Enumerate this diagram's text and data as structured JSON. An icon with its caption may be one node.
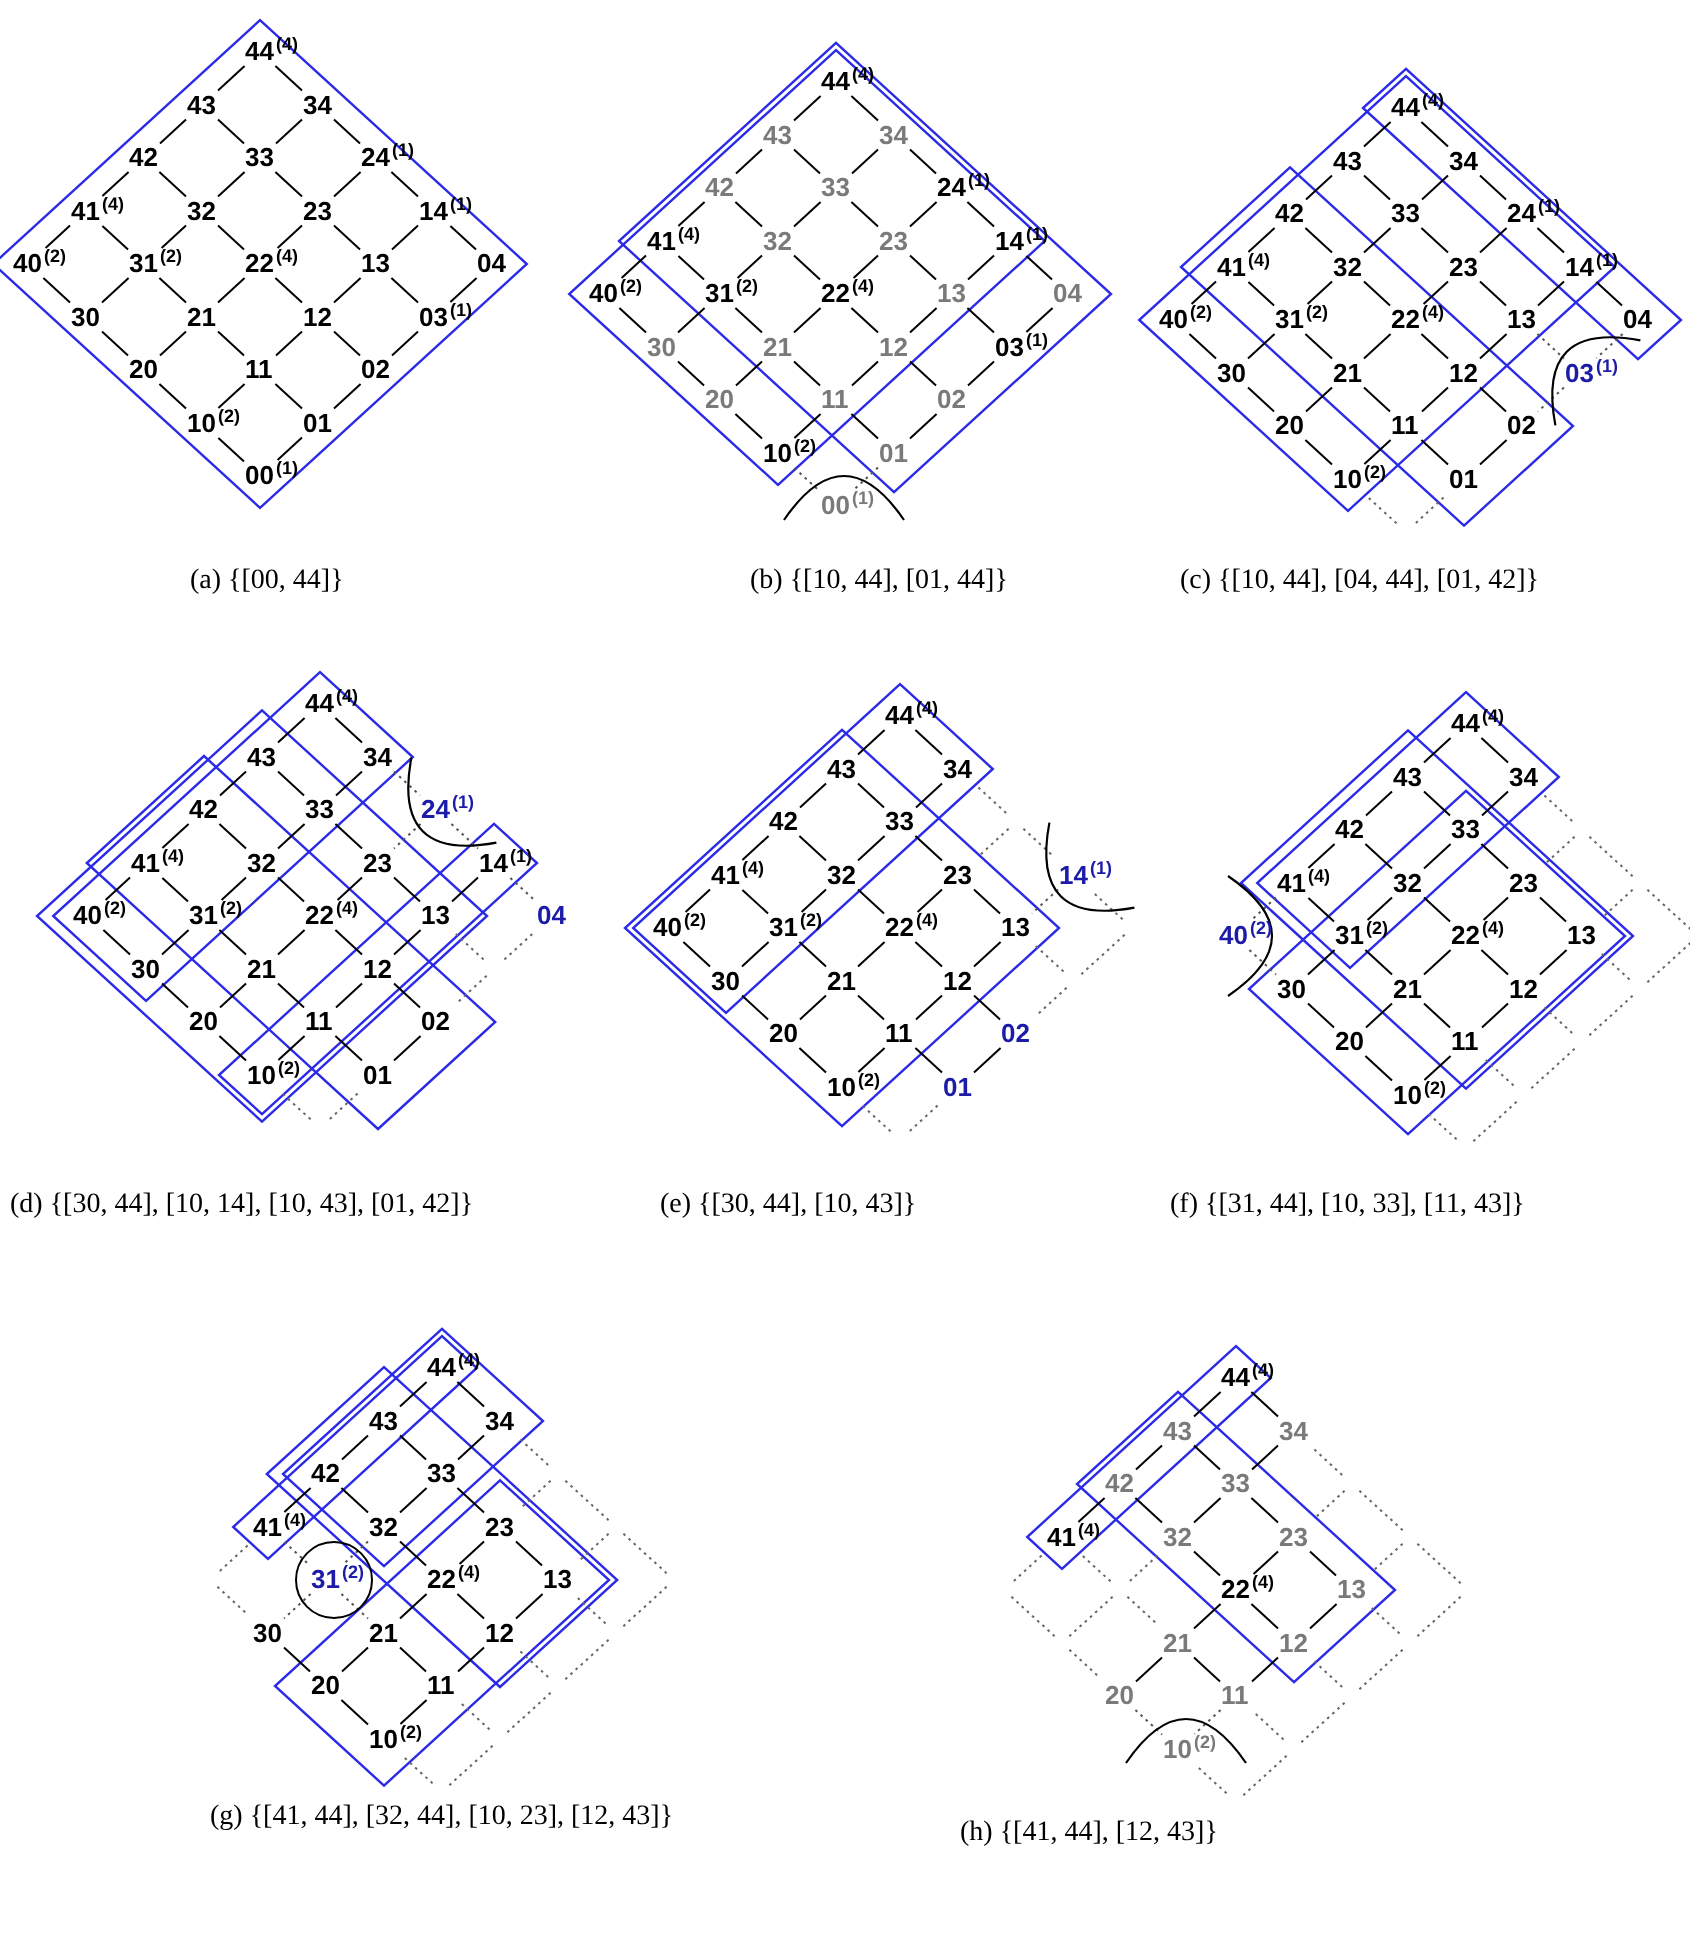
{
  "diagram": {
    "nodes": [
      {
        "text": [
          "44$^{(4)}$"
        ]
      },
      {
        "text": [
          "43"
        ]
      },
      {
        "text": [
          "34"
        ]
      },
      {
        "text": [
          "42"
        ]
      },
      {
        "text": [
          "33"
        ]
      },
      {
        "text": [
          "24$^{(1)}$"
        ]
      },
      {
        "text": [
          "41$^{(4)}$"
        ]
      },
      {
        "text": [
          "32"
        ]
      },
      {
        "text": [
          "23"
        ]
      },
      {
        "text": [
          "14$^{(1)}$"
        ]
      },
      {
        "text": [
          "40$^{(2)}$"
        ]
      },
      {
        "text": [
          "31$^{(2)}$"
        ]
      },
      {
        "text": [
          "22$^{(4)}$"
        ]
      },
      {
        "text": [
          "13"
        ]
      },
      {
        "text": [
          "04"
        ]
      },
      {
        "text": [
          "30"
        ]
      },
      {
        "text": [
          "21"
        ]
      },
      {
        "text": [
          "12"
        ]
      },
      {
        "text": [
          "03$^{(1)}$"
        ]
      },
      {
        "text": [
          "20"
        ]
      },
      {
        "text": [
          "11"
        ]
      },
      {
        "text": [
          "02"
        ]
      },
      {
        "text": [
          "10$^{(2)}$"
        ]
      },
      {
        "text": [
          "01"
        ]
      },
      {
        "text": [
          "00$^{(1)}$"
        ]
      },
      {
        "text": [
          "44$^{(4)}$"
        ]
      },
      {
        "text": [
          "43"
        ]
      },
      {
        "text": [
          "34"
        ]
      },
      {
        "text": [
          "42"
        ]
      },
      {
        "text": [
          "33"
        ]
      },
      {
        "text": [
          "24$^{(1)}$"
        ]
      },
      {
        "text": [
          "41$^{(4)}$"
        ]
      },
      {
        "text": [
          "32"
        ]
      },
      {
        "text": [
          "23"
        ]
      },
      {
        "text": [
          "14$^{(1)}$"
        ]
      },
      {
        "text": [
          "40$^{(2)}$"
        ]
      },
      {
        "text": [
          "31$^{(2)}$"
        ]
      },
      {
        "text": [
          "22$^{(4)}$"
        ]
      },
      {
        "text": [
          "13"
        ]
      },
      {
        "text": [
          "04"
        ]
      },
      {
        "text": [
          "30"
        ]
      },
      {
        "text": [
          "21"
        ]
      },
      {
        "text": [
          "12"
        ]
      },
      {
        "text": [
          "03$^{(1)}$"
        ]
      },
      {
        "text": [
          "20"
        ]
      },
      {
        "text": [
          "11"
        ]
      },
      {
        "text": [
          "02"
        ]
      },
      {
        "text": [
          "10$^{(2)}$"
        ]
      },
      {
        "text": [
          "01"
        ]
      },
      {
        "text": [
          "00$^{(1)}$"
        ]
      },
      {
        "text": [
          "44$^{(4)}$"
        ]
      },
      {
        "text": [
          "43"
        ]
      },
      {
        "text": [
          "34"
        ]
      },
      {
        "text": [
          "42"
        ]
      },
      {
        "text": [
          "33"
        ]
      },
      {
        "text": [
          "24$^{(1)}$"
        ]
      },
      {
        "text": [
          "41$^{(4)}$"
        ]
      },
      {
        "text": [
          "32"
        ]
      },
      {
        "text": [
          "23"
        ]
      },
      {
        "text": [
          "14$^{(1)}$"
        ]
      },
      {
        "text": [
          "40$^{(2)}$"
        ]
      },
      {
        "text": [
          "31$^{(2)}$"
        ]
      },
      {
        "text": [
          "22$^{(4)}$"
        ]
      },
      {
        "text": [
          "13"
        ]
      },
      {
        "text": [
          "04"
        ]
      },
      {
        "text": [
          "30"
        ]
      },
      {
        "text": [
          "21"
        ]
      },
      {
        "text": [
          "12"
        ]
      },
      {
        "text": [
          "03$^{(1)}$"
        ]
      },
      {
        "text": [
          "20"
        ]
      },
      {
        "text": [
          "11"
        ]
      },
      {
        "text": [
          "02"
        ]
      },
      {
        "text": [
          "10$^{(2)}$"
        ]
      },
      {
        "text": [
          "01"
        ]
      },
      {
        "text": [
          "44$^{(4)}$"
        ]
      },
      {
        "text": [
          "43"
        ]
      },
      {
        "text": [
          "34"
        ]
      },
      {
        "text": [
          "42"
        ]
      },
      {
        "text": [
          "33"
        ]
      },
      {
        "text": [
          "24$^{(1)}$"
        ]
      },
      {
        "text": [
          "41$^{(4)}$"
        ]
      },
      {
        "text": [
          "32"
        ]
      },
      {
        "text": [
          "23"
        ]
      },
      {
        "text": [
          "14$^{(1)}$"
        ]
      },
      {
        "text": [
          "40$^{(2)}$"
        ]
      },
      {
        "text": [
          "31$^{(2)}$"
        ]
      },
      {
        "text": [
          "22$^{(4)}$"
        ]
      },
      {
        "text": [
          "13"
        ]
      },
      {
        "text": [
          "04"
        ]
      },
      {
        "text": [
          "30"
        ]
      },
      {
        "text": [
          "21"
        ]
      },
      {
        "text": [
          "12"
        ]
      },
      {
        "text": [
          "20"
        ]
      },
      {
        "text": [
          "11"
        ]
      },
      {
        "text": [
          "02"
        ]
      },
      {
        "text": [
          "10$^{(2)}$"
        ]
      },
      {
        "text": [
          "01"
        ]
      },
      {
        "text": [
          "44$^{(4)}$"
        ]
      },
      {
        "text": [
          "43"
        ]
      },
      {
        "text": [
          "34"
        ]
      },
      {
        "text": [
          "42"
        ]
      },
      {
        "text": [
          "33"
        ]
      },
      {
        "text": [
          "41$^{(4)}$"
        ]
      },
      {
        "text": [
          "32"
        ]
      },
      {
        "text": [
          "23"
        ]
      },
      {
        "text": [
          "14$^{(1)}$"
        ]
      },
      {
        "text": [
          "40$^{(2)}$"
        ]
      },
      {
        "text": [
          "31$^{(2)}$"
        ]
      },
      {
        "text": [
          "22$^{(4)}$"
        ]
      },
      {
        "text": [
          "13"
        ]
      },
      {
        "text": [
          "30"
        ]
      },
      {
        "text": [
          "21"
        ]
      },
      {
        "text": [
          "12"
        ]
      },
      {
        "text": [
          "20"
        ]
      },
      {
        "text": [
          "11"
        ]
      },
      {
        "text": [
          "02"
        ]
      },
      {
        "text": [
          "10$^{(2)}$"
        ]
      },
      {
        "text": [
          "01"
        ]
      },
      {
        "text": [
          "44$^{(4)}$"
        ]
      },
      {
        "text": [
          "43"
        ]
      },
      {
        "text": [
          "34"
        ]
      },
      {
        "text": [
          "42"
        ]
      },
      {
        "text": [
          "33"
        ]
      },
      {
        "text": [
          "41$^{(4)}$"
        ]
      },
      {
        "text": [
          "32"
        ]
      },
      {
        "text": [
          "23"
        ]
      },
      {
        "text": [
          "40$^{(2)}$"
        ]
      },
      {
        "text": [
          "31$^{(2)}$"
        ]
      },
      {
        "text": [
          "22$^{(4)}$"
        ]
      },
      {
        "text": [
          "13"
        ]
      },
      {
        "text": [
          "30"
        ]
      },
      {
        "text": [
          "21"
        ]
      },
      {
        "text": [
          "12"
        ]
      },
      {
        "text": [
          "20"
        ]
      },
      {
        "text": [
          "11"
        ]
      },
      {
        "text": [
          "10$^{(2)}$"
        ]
      },
      {
        "text": [
          "44$^{(4)}$"
        ]
      },
      {
        "text": [
          "43"
        ]
      },
      {
        "text": [
          "34"
        ]
      },
      {
        "text": [
          "42"
        ]
      },
      {
        "text": [
          "33"
        ]
      },
      {
        "text": [
          "41$^{(4)}$"
        ]
      },
      {
        "text": [
          "32"
        ]
      },
      {
        "text": [
          "23"
        ]
      },
      {
        "text": [
          "31$^{(2)}$"
        ]
      },
      {
        "text": [
          "22$^{(4)}$"
        ]
      },
      {
        "text": [
          "13"
        ]
      },
      {
        "text": [
          "30"
        ]
      },
      {
        "text": [
          "21"
        ]
      },
      {
        "text": [
          "12"
        ]
      },
      {
        "text": [
          "20"
        ]
      },
      {
        "text": [
          "11"
        ]
      },
      {
        "text": [
          "10$^{(2)}$"
        ]
      },
      {
        "text": [
          "44$^{(4)}$"
        ]
      },
      {
        "text": [
          "43"
        ]
      },
      {
        "text": [
          "34"
        ]
      },
      {
        "text": [
          "42"
        ]
      },
      {
        "text": [
          "33"
        ]
      },
      {
        "text": [
          "41$^{(4)}$"
        ]
      },
      {
        "text": [
          "32"
        ]
      },
      {
        "text": [
          "23"
        ]
      },
      {
        "text": [
          "22$^{(4)}$"
        ]
      },
      {
        "text": [
          "13"
        ]
      },
      {
        "text": [
          "21"
        ]
      },
      {
        "text": [
          "12"
        ]
      },
      {
        "text": [
          "20"
        ]
      },
      {
        "text": [
          "11"
        ]
      },
      {
        "text": [
          "10$^{(2)}$"
        ]
      }
    ],
    "edges": [
      {
        "from": 0,
        "to": 1,
        "arrow": "none"
      },
      {
        "from": 0,
        "to": 2,
        "arrow": "none"
      },
      {
        "from": 1,
        "to": 3,
        "arrow": "none"
      },
      {
        "from": 1,
        "to": 4,
        "arrow": "none"
      },
      {
        "from": 2,
        "to": 4,
        "arrow": "none"
      },
      {
        "from": 2,
        "to": 5,
        "arrow": "none"
      },
      {
        "from": 3,
        "to": 6,
        "arrow": "none"
      },
      {
        "from": 3,
        "to": 7,
        "arrow": "none"
      },
      {
        "from": 4,
        "to": 7,
        "arrow": "none"
      },
      {
        "from": 4,
        "to": 8,
        "arrow": "none"
      },
      {
        "from": 5,
        "to": 8,
        "arrow": "none"
      },
      {
        "from": 5,
        "to": 9,
        "arrow": "none"
      },
      {
        "from": 6,
        "to": 10,
        "arrow": "none"
      },
      {
        "from": 6,
        "to": 11,
        "arrow": "none"
      },
      {
        "from": 7,
        "to": 11,
        "arrow": "none"
      },
      {
        "from": 7,
        "to": 12,
        "arrow": "none"
      },
      {
        "from": 8,
        "to": 12,
        "arrow": "none"
      },
      {
        "from": 8,
        "to": 13,
        "arrow": "none"
      },
      {
        "from": 9,
        "to": 13,
        "arrow": "none"
      },
      {
        "from": 9,
        "to": 14,
        "arrow": "none"
      },
      {
        "from": 10,
        "to": 15,
        "arrow": "none"
      },
      {
        "from": 11,
        "to": 15,
        "arrow": "none"
      },
      {
        "from": 11,
        "to": 16,
        "arrow": "none"
      },
      {
        "from": 12,
        "to": 16,
        "arrow": "none"
      },
      {
        "from": 12,
        "to": 17,
        "arrow": "none"
      },
      {
        "from": 13,
        "to": 17,
        "arrow": "none"
      },
      {
        "from": 13,
        "to": 18,
        "arrow": "none"
      },
      {
        "from": 14,
        "to": 18,
        "arrow": "none"
      },
      {
        "from": 15,
        "to": 19,
        "arrow": "none"
      },
      {
        "from": 16,
        "to": 19,
        "arrow": "none"
      },
      {
        "from": 16,
        "to": 20,
        "arrow": "none"
      },
      {
        "from": 17,
        "to": 20,
        "arrow": "none"
      },
      {
        "from": 17,
        "to": 21,
        "arrow": "none"
      },
      {
        "from": 18,
        "to": 21,
        "arrow": "none"
      },
      {
        "from": 19,
        "to": 22,
        "arrow": "none"
      },
      {
        "from": 20,
        "to": 22,
        "arrow": "none"
      },
      {
        "from": 20,
        "to": 23,
        "arrow": "none"
      },
      {
        "from": 21,
        "to": 23,
        "arrow": "none"
      },
      {
        "from": 22,
        "to": 24,
        "arrow": "none"
      },
      {
        "from": 23,
        "to": 24,
        "arrow": "none"
      },
      {
        "from": 25,
        "to": 26,
        "arrow": "none"
      },
      {
        "from": 25,
        "to": 27,
        "arrow": "none"
      },
      {
        "from": 26,
        "to": 28,
        "arrow": "none"
      },
      {
        "from": 26,
        "to": 29,
        "arrow": "none"
      },
      {
        "from": 27,
        "to": 29,
        "arrow": "none"
      },
      {
        "from": 27,
        "to": 30,
        "arrow": "none"
      },
      {
        "from": 28,
        "to": 31,
        "arrow": "none"
      },
      {
        "from": 28,
        "to": 32,
        "arrow": "none"
      },
      {
        "from": 29,
        "to": 32,
        "arrow": "none"
      },
      {
        "from": 29,
        "to": 33,
        "arrow": "none"
      },
      {
        "from": 30,
        "to": 33,
        "arrow": "none"
      },
      {
        "from": 30,
        "to": 34,
        "arrow": "none"
      },
      {
        "from": 31,
        "to": 35,
        "arrow": "none"
      },
      {
        "from": 31,
        "to": 36,
        "arrow": "none"
      },
      {
        "from": 32,
        "to": 36,
        "arrow": "none"
      },
      {
        "from": 32,
        "to": 37,
        "arrow": "none"
      },
      {
        "from": 33,
        "to": 37,
        "arrow": "none"
      },
      {
        "from": 33,
        "to": 38,
        "arrow": "none"
      },
      {
        "from": 34,
        "to": 38,
        "arrow": "none"
      },
      {
        "from": 34,
        "to": 39,
        "arrow": "none"
      },
      {
        "from": 35,
        "to": 40,
        "arrow": "none"
      },
      {
        "from": 36,
        "to": 40,
        "arrow": "none"
      },
      {
        "from": 36,
        "to": 41,
        "arrow": "none"
      },
      {
        "from": 37,
        "to": 41,
        "arrow": "none"
      },
      {
        "from": 37,
        "to": 42,
        "arrow": "none"
      },
      {
        "from": 38,
        "to": 42,
        "arrow": "none"
      },
      {
        "from": 38,
        "to": 43,
        "arrow": "none"
      },
      {
        "from": 39,
        "to": 43,
        "arrow": "none"
      },
      {
        "from": 40,
        "to": 44,
        "arrow": "none"
      },
      {
        "from": 41,
        "to": 44,
        "arrow": "none"
      },
      {
        "from": 41,
        "to": 45,
        "arrow": "none"
      },
      {
        "from": 42,
        "to": 45,
        "arrow": "none"
      },
      {
        "from": 42,
        "to": 46,
        "arrow": "none"
      },
      {
        "from": 43,
        "to": 46,
        "arrow": "none"
      },
      {
        "from": 44,
        "to": 47,
        "arrow": "none"
      },
      {
        "from": 45,
        "to": 47,
        "arrow": "none"
      },
      {
        "from": 45,
        "to": 48,
        "arrow": "none"
      },
      {
        "from": 46,
        "to": 48,
        "arrow": "none"
      },
      {
        "from": 47,
        "to": 49,
        "arrow": "none",
        "style": "dashed"
      },
      {
        "from": 48,
        "to": 49,
        "arrow": "none",
        "style": "dashed"
      },
      {
        "from": 50,
        "to": 51,
        "arrow": "none"
      },
      {
        "from": 50,
        "to": 52,
        "arrow": "none"
      },
      {
        "from": 51,
        "to": 53,
        "arrow": "none"
      },
      {
        "from": 51,
        "to": 54,
        "arrow": "none"
      },
      {
        "from": 52,
        "to": 54,
        "arrow": "none"
      },
      {
        "from": 52,
        "to": 55,
        "arrow": "none"
      },
      {
        "from": 53,
        "to": 56,
        "arrow": "none"
      },
      {
        "from": 53,
        "to": 57,
        "arrow": "none"
      },
      {
        "from": 54,
        "to": 57,
        "arrow": "none"
      },
      {
        "from": 54,
        "to": 58,
        "arrow": "none"
      },
      {
        "from": 55,
        "to": 58,
        "arrow": "none"
      },
      {
        "from": 55,
        "to": 59,
        "arrow": "none"
      },
      {
        "from": 56,
        "to": 60,
        "arrow": "none"
      },
      {
        "from": 56,
        "to": 61,
        "arrow": "none"
      },
      {
        "from": 57,
        "to": 61,
        "arrow": "none"
      },
      {
        "from": 57,
        "to": 62,
        "arrow": "none"
      },
      {
        "from": 58,
        "to": 62,
        "arrow": "none"
      },
      {
        "from": 58,
        "to": 63,
        "arrow": "none"
      },
      {
        "from": 59,
        "to": 63,
        "arrow": "none"
      },
      {
        "from": 59,
        "to": 64,
        "arrow": "none"
      },
      {
        "from": 60,
        "to": 65,
        "arrow": "none"
      },
      {
        "from": 61,
        "to": 65,
        "arrow": "none"
      },
      {
        "from": 61,
        "to": 66,
        "arrow": "none"
      },
      {
        "from": 62,
        "to": 66,
        "arrow": "none"
      },
      {
        "from": 62,
        "to": 67,
        "arrow": "none"
      },
      {
        "from": 63,
        "to": 67,
        "arrow": "none"
      },
      {
        "from": 63,
        "to": 68,
        "arrow": "none",
        "style": "dashed"
      },
      {
        "from": 64,
        "to": 68,
        "arrow": "none",
        "style": "dashed"
      },
      {
        "from": 65,
        "to": 69,
        "arrow": "none"
      },
      {
        "from": 66,
        "to": 69,
        "arrow": "none"
      },
      {
        "from": 66,
        "to": 70,
        "arrow": "none"
      },
      {
        "from": 67,
        "to": 70,
        "arrow": "none"
      },
      {
        "from": 67,
        "to": 71,
        "arrow": "none"
      },
      {
        "from": 68,
        "to": 71,
        "arrow": "none",
        "style": "dashed"
      },
      {
        "from": 69,
        "to": 72,
        "arrow": "none"
      },
      {
        "from": 70,
        "to": 72,
        "arrow": "none"
      },
      {
        "from": 70,
        "to": 73,
        "arrow": "none"
      },
      {
        "from": 71,
        "to": 73,
        "arrow": "none"
      },
      {
        "from": 74,
        "to": 75,
        "arrow": "none"
      },
      {
        "from": 74,
        "to": 76,
        "arrow": "none"
      },
      {
        "from": 75,
        "to": 77,
        "arrow": "none"
      },
      {
        "from": 75,
        "to": 78,
        "arrow": "none"
      },
      {
        "from": 76,
        "to": 78,
        "arrow": "none"
      },
      {
        "from": 76,
        "to": 79,
        "arrow": "none",
        "style": "dashed"
      },
      {
        "from": 77,
        "to": 80,
        "arrow": "none"
      },
      {
        "from": 77,
        "to": 81,
        "arrow": "none"
      },
      {
        "from": 78,
        "to": 81,
        "arrow": "none"
      },
      {
        "from": 78,
        "to": 82,
        "arrow": "none"
      },
      {
        "from": 79,
        "to": 82,
        "arrow": "none",
        "style": "dashed"
      },
      {
        "from": 79,
        "to": 83,
        "arrow": "none",
        "style": "dashed"
      },
      {
        "from": 80,
        "to": 84,
        "arrow": "none"
      },
      {
        "from": 80,
        "to": 85,
        "arrow": "none"
      },
      {
        "from": 81,
        "to": 85,
        "arrow": "none"
      },
      {
        "from": 81,
        "to": 86,
        "arrow": "none"
      },
      {
        "from": 82,
        "to": 86,
        "arrow": "none"
      },
      {
        "from": 82,
        "to": 87,
        "arrow": "none"
      },
      {
        "from": 83,
        "to": 87,
        "arrow": "none"
      },
      {
        "from": 83,
        "to": 88,
        "arrow": "none",
        "style": "dashed"
      },
      {
        "from": 84,
        "to": 89,
        "arrow": "none"
      },
      {
        "from": 85,
        "to": 89,
        "arrow": "none"
      },
      {
        "from": 85,
        "to": 90,
        "arrow": "none"
      },
      {
        "from": 86,
        "to": 90,
        "arrow": "none"
      },
      {
        "from": 86,
        "to": 91,
        "arrow": "none"
      },
      {
        "from": 87,
        "to": 91,
        "arrow": "none"
      },
      {
        "from": 89,
        "to": 92,
        "arrow": "none"
      },
      {
        "from": 90,
        "to": 92,
        "arrow": "none"
      },
      {
        "from": 90,
        "to": 93,
        "arrow": "none"
      },
      {
        "from": 91,
        "to": 93,
        "arrow": "none"
      },
      {
        "from": 91,
        "to": 94,
        "arrow": "none"
      },
      {
        "from": 92,
        "to": 95,
        "arrow": "none"
      },
      {
        "from": 93,
        "to": 95,
        "arrow": "none"
      },
      {
        "from": 93,
        "to": 96,
        "arrow": "none"
      },
      {
        "from": 94,
        "to": 96,
        "arrow": "none"
      },
      {
        "from": 97,
        "to": 98,
        "arrow": "none"
      },
      {
        "from": 97,
        "to": 99,
        "arrow": "none"
      },
      {
        "from": 98,
        "to": 100,
        "arrow": "none"
      },
      {
        "from": 98,
        "to": 101,
        "arrow": "none"
      },
      {
        "from": 99,
        "to": 101,
        "arrow": "none"
      },
      {
        "from": 100,
        "to": 102,
        "arrow": "none"
      },
      {
        "from": 100,
        "to": 103,
        "arrow": "none"
      },
      {
        "from": 101,
        "to": 103,
        "arrow": "none"
      },
      {
        "from": 101,
        "to": 104,
        "arrow": "none"
      },
      {
        "from": 102,
        "to": 106,
        "arrow": "none"
      },
      {
        "from": 102,
        "to": 107,
        "arrow": "none"
      },
      {
        "from": 103,
        "to": 107,
        "arrow": "none"
      },
      {
        "from": 103,
        "to": 108,
        "arrow": "none"
      },
      {
        "from": 104,
        "to": 108,
        "arrow": "none"
      },
      {
        "from": 104,
        "to": 109,
        "arrow": "none"
      },
      {
        "from": 105,
        "to": 109,
        "arrow": "none",
        "style": "dashed"
      },
      {
        "from": 106,
        "to": 110,
        "arrow": "none"
      },
      {
        "from": 107,
        "to": 110,
        "arrow": "none"
      },
      {
        "from": 107,
        "to": 111,
        "arrow": "none"
      },
      {
        "from": 108,
        "to": 111,
        "arrow": "none"
      },
      {
        "from": 108,
        "to": 112,
        "arrow": "none"
      },
      {
        "from": 109,
        "to": 112,
        "arrow": "none"
      },
      {
        "from": 110,
        "to": 113,
        "arrow": "none"
      },
      {
        "from": 111,
        "to": 113,
        "arrow": "none"
      },
      {
        "from": 111,
        "to": 114,
        "arrow": "none"
      },
      {
        "from": 112,
        "to": 114,
        "arrow": "none"
      },
      {
        "from": 112,
        "to": 115,
        "arrow": "none"
      },
      {
        "from": 113,
        "to": 116,
        "arrow": "none"
      },
      {
        "from": 114,
        "to": 116,
        "arrow": "none"
      },
      {
        "from": 114,
        "to": 117,
        "arrow": "none"
      },
      {
        "from": 115,
        "to": 117,
        "arrow": "none"
      },
      {
        "from": 118,
        "to": 119,
        "arrow": "none"
      },
      {
        "from": 118,
        "to": 120,
        "arrow": "none"
      },
      {
        "from": 119,
        "to": 121,
        "arrow": "none"
      },
      {
        "from": 119,
        "to": 122,
        "arrow": "none"
      },
      {
        "from": 120,
        "to": 122,
        "arrow": "none"
      },
      {
        "from": 121,
        "to": 123,
        "arrow": "none"
      },
      {
        "from": 121,
        "to": 124,
        "arrow": "none"
      },
      {
        "from": 122,
        "to": 124,
        "arrow": "none"
      },
      {
        "from": 122,
        "to": 125,
        "arrow": "none"
      },
      {
        "from": 123,
        "to": 126,
        "arrow": "none",
        "style": "dashed"
      },
      {
        "from": 123,
        "to": 127,
        "arrow": "none"
      },
      {
        "from": 124,
        "to": 127,
        "arrow": "none"
      },
      {
        "from": 124,
        "to": 128,
        "arrow": "none"
      },
      {
        "from": 125,
        "to": 128,
        "arrow": "none"
      },
      {
        "from": 125,
        "to": 129,
        "arrow": "none"
      },
      {
        "from": 126,
        "to": 130,
        "arrow": "none",
        "style": "dashed"
      },
      {
        "from": 127,
        "to": 130,
        "arrow": "none"
      },
      {
        "from": 127,
        "to": 131,
        "arrow": "none"
      },
      {
        "from": 128,
        "to": 131,
        "arrow": "none"
      },
      {
        "from": 128,
        "to": 132,
        "arrow": "none"
      },
      {
        "from": 129,
        "to": 132,
        "arrow": "none"
      },
      {
        "from": 130,
        "to": 133,
        "arrow": "none"
      },
      {
        "from": 131,
        "to": 133,
        "arrow": "none"
      },
      {
        "from": 131,
        "to": 134,
        "arrow": "none"
      },
      {
        "from": 132,
        "to": 134,
        "arrow": "none"
      },
      {
        "from": 133,
        "to": 135,
        "arrow": "none"
      },
      {
        "from": 134,
        "to": 135,
        "arrow": "none"
      },
      {
        "from": 136,
        "to": 137,
        "arrow": "none"
      },
      {
        "from": 136,
        "to": 138,
        "arrow": "none"
      },
      {
        "from": 137,
        "to": 139,
        "arrow": "none"
      },
      {
        "from": 137,
        "to": 140,
        "arrow": "none"
      },
      {
        "from": 138,
        "to": 140,
        "arrow": "none"
      },
      {
        "from": 139,
        "to": 141,
        "arrow": "none"
      },
      {
        "from": 139,
        "to": 142,
        "arrow": "none"
      },
      {
        "from": 140,
        "to": 142,
        "arrow": "none"
      },
      {
        "from": 140,
        "to": 143,
        "arrow": "none"
      },
      {
        "from": 141,
        "to": 144,
        "arrow": "none",
        "style": "dashed"
      },
      {
        "from": 142,
        "to": 144,
        "arrow": "none",
        "style": "dashed"
      },
      {
        "from": 142,
        "to": 145,
        "arrow": "none"
      },
      {
        "from": 143,
        "to": 145,
        "arrow": "none"
      },
      {
        "from": 143,
        "to": 146,
        "arrow": "none"
      },
      {
        "from": 144,
        "to": 147,
        "arrow": "none",
        "style": "dashed"
      },
      {
        "from": 144,
        "to": 148,
        "arrow": "none",
        "style": "dashed"
      },
      {
        "from": 145,
        "to": 148,
        "arrow": "none"
      },
      {
        "from": 145,
        "to": 149,
        "arrow": "none"
      },
      {
        "from": 146,
        "to": 149,
        "arrow": "none"
      },
      {
        "from": 147,
        "to": 150,
        "arrow": "none"
      },
      {
        "from": 148,
        "to": 150,
        "arrow": "none"
      },
      {
        "from": 148,
        "to": 151,
        "arrow": "none"
      },
      {
        "from": 149,
        "to": 151,
        "arrow": "none"
      },
      {
        "from": 150,
        "to": 152,
        "arrow": "none"
      },
      {
        "from": 151,
        "to": 152,
        "arrow": "none"
      },
      {
        "from": 153,
        "to": 154,
        "arrow": "none"
      },
      {
        "from": 153,
        "to": 155,
        "arrow": "none"
      },
      {
        "from": 154,
        "to": 156,
        "arrow": "none"
      },
      {
        "from": 154,
        "to": 157,
        "arrow": "none"
      },
      {
        "from": 155,
        "to": 157,
        "arrow": "none"
      },
      {
        "from": 156,
        "to": 158,
        "arrow": "none"
      },
      {
        "from": 156,
        "to": 159,
        "arrow": "none"
      },
      {
        "from": 157,
        "to": 159,
        "arrow": "none"
      },
      {
        "from": 157,
        "to": 160,
        "arrow": "none"
      },
      {
        "from": 159,
        "to": 161,
        "arrow": "none"
      },
      {
        "from": 160,
        "to": 161,
        "arrow": "none"
      },
      {
        "from": 160,
        "to": 162,
        "arrow": "none"
      },
      {
        "from": 161,
        "to": 163,
        "arrow": "none"
      },
      {
        "from": 161,
        "to": 164,
        "arrow": "none"
      },
      {
        "from": 162,
        "to": 164,
        "arrow": "none"
      },
      {
        "from": 163,
        "to": 165,
        "arrow": "none"
      },
      {
        "from": 163,
        "to": 166,
        "arrow": "none"
      },
      {
        "from": 164,
        "to": 166,
        "arrow": "none"
      },
      {
        "from": 165,
        "to": 167,
        "arrow": "none",
        "style": "dashed"
      },
      {
        "from": 166,
        "to": 167,
        "arrow": "none",
        "style": "dashed"
      }
    ],
    "labels": [
      "(a) {[00, 44]}",
      "(b) {[10, 44], [01, 44]}",
      "(c) {[10, 44], [04, 44], [01, 42]}",
      "(d) {[30, 44], [10, 14], [10, 43], [01, 42]}",
      "(e) {[30, 44], [10, 43]}",
      "(f) {[31, 44], [10, 33], [11, 43]}",
      "(g) {[41, 44], [32, 44], [10, 23], [12, 43]}",
      "(h) {[41, 44], [12, 43]}"
    ]
  }
}
